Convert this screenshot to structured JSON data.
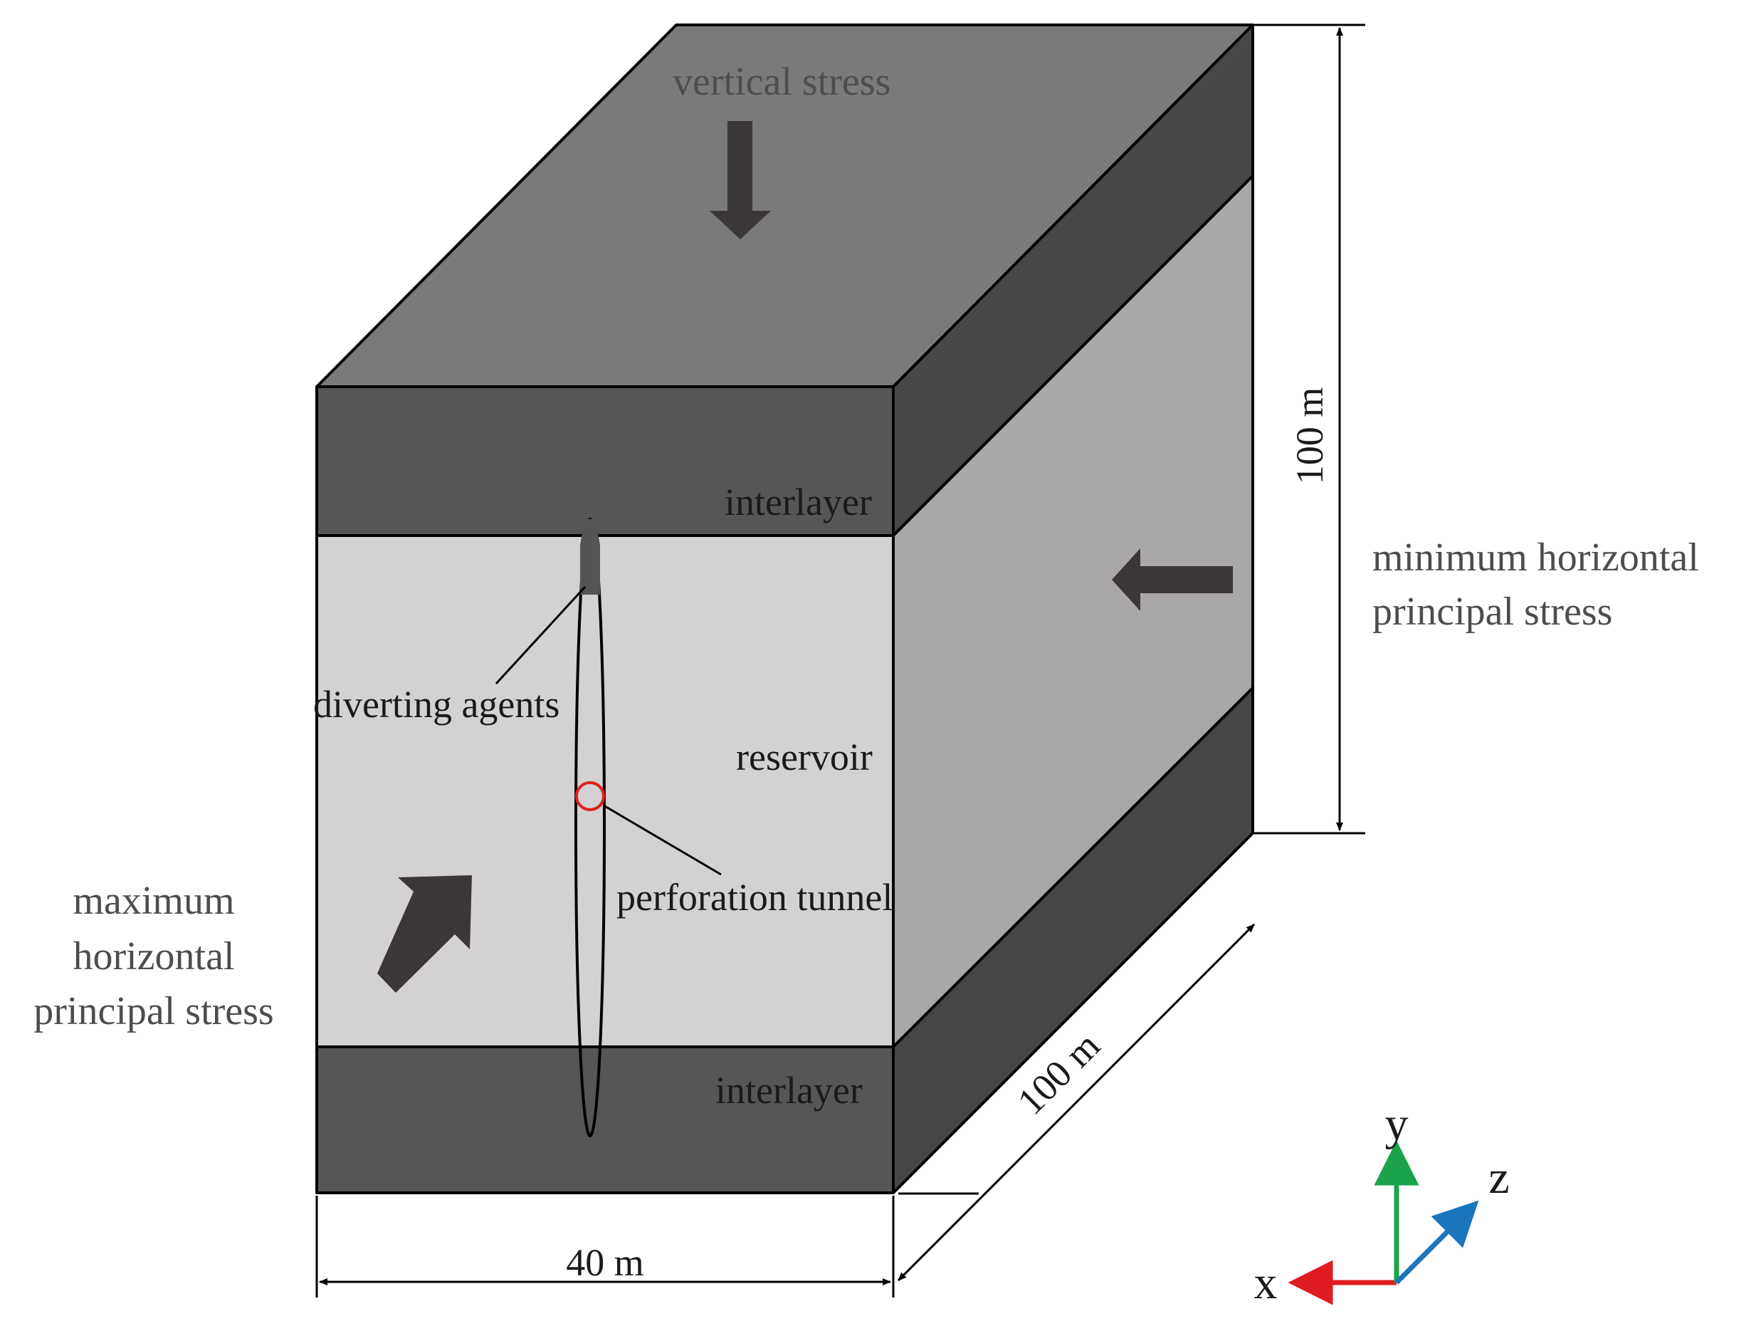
{
  "labels": {
    "vertical_stress": "vertical stress",
    "min_horizontal_line1": "minimum horizontal",
    "min_horizontal_line2": "principal stress",
    "max_horizontal_line1": "maximum",
    "max_horizontal_line2": "horizontal",
    "max_horizontal_line3": "principal stress",
    "interlayer_top": "interlayer",
    "interlayer_bottom": "interlayer",
    "reservoir": "reservoir",
    "diverting_agents": "diverting agents",
    "perforation_tunnel": "perforation tunnel"
  },
  "dimensions": {
    "height": "100 m",
    "depth": "100 m",
    "width": "40 m"
  },
  "axes": {
    "x": "x",
    "y": "y",
    "z": "z"
  },
  "colors": {
    "top_face": "#7a7a7a",
    "interlayer_front": "#565656",
    "interlayer_side": "#474747",
    "reservoir_front": "#d3d1d2",
    "reservoir_side": "#a9a7a8",
    "stress_arrow": "#3a3736",
    "perforation_marker": "#e0201c",
    "axis_x": "#e11b22",
    "axis_y": "#1aa34a",
    "axis_z": "#1b75bc"
  }
}
